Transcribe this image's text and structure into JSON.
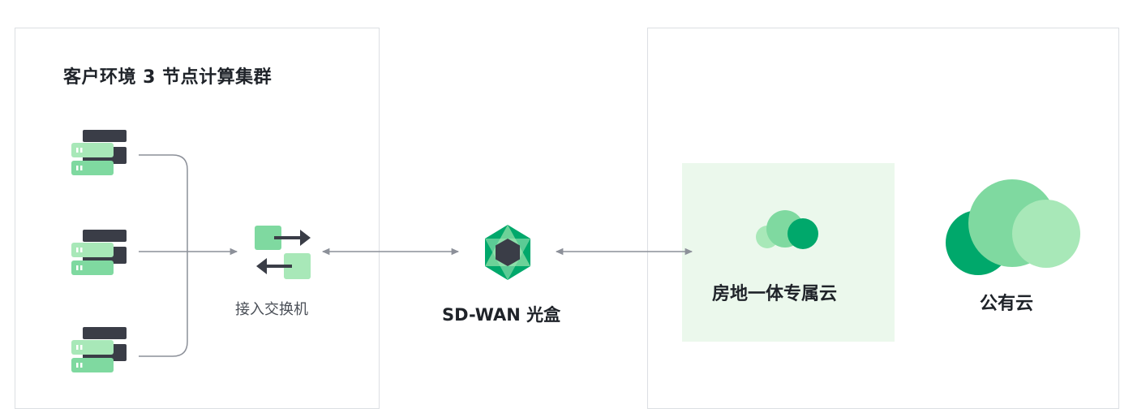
{
  "cluster": {
    "title": "客户环境 3 节点计算集群"
  },
  "switch": {
    "label": "接入交换机"
  },
  "sdwan": {
    "label": "SD-WAN 光盒"
  },
  "dedicated_cloud": {
    "label": "房地一体专属云"
  },
  "public_cloud": {
    "label": "公有云"
  },
  "colors": {
    "green_dark": "#00a86b",
    "green_mid": "#7fd9a0",
    "green_light": "#a8e8b8",
    "server_dark": "#3a3d47",
    "line_gray": "#8c9099",
    "panel_bg": "#ebf8ec"
  }
}
